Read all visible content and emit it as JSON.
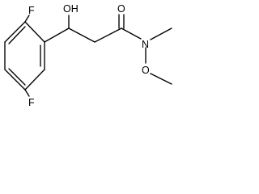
{
  "molecule": {
    "labels": {
      "fluorine_top": "F",
      "fluorine_bottom": "F",
      "hydroxyl": "OH",
      "carbonyl_oxygen": "O",
      "nitrogen": "N",
      "methoxy_oxygen": "O"
    }
  }
}
